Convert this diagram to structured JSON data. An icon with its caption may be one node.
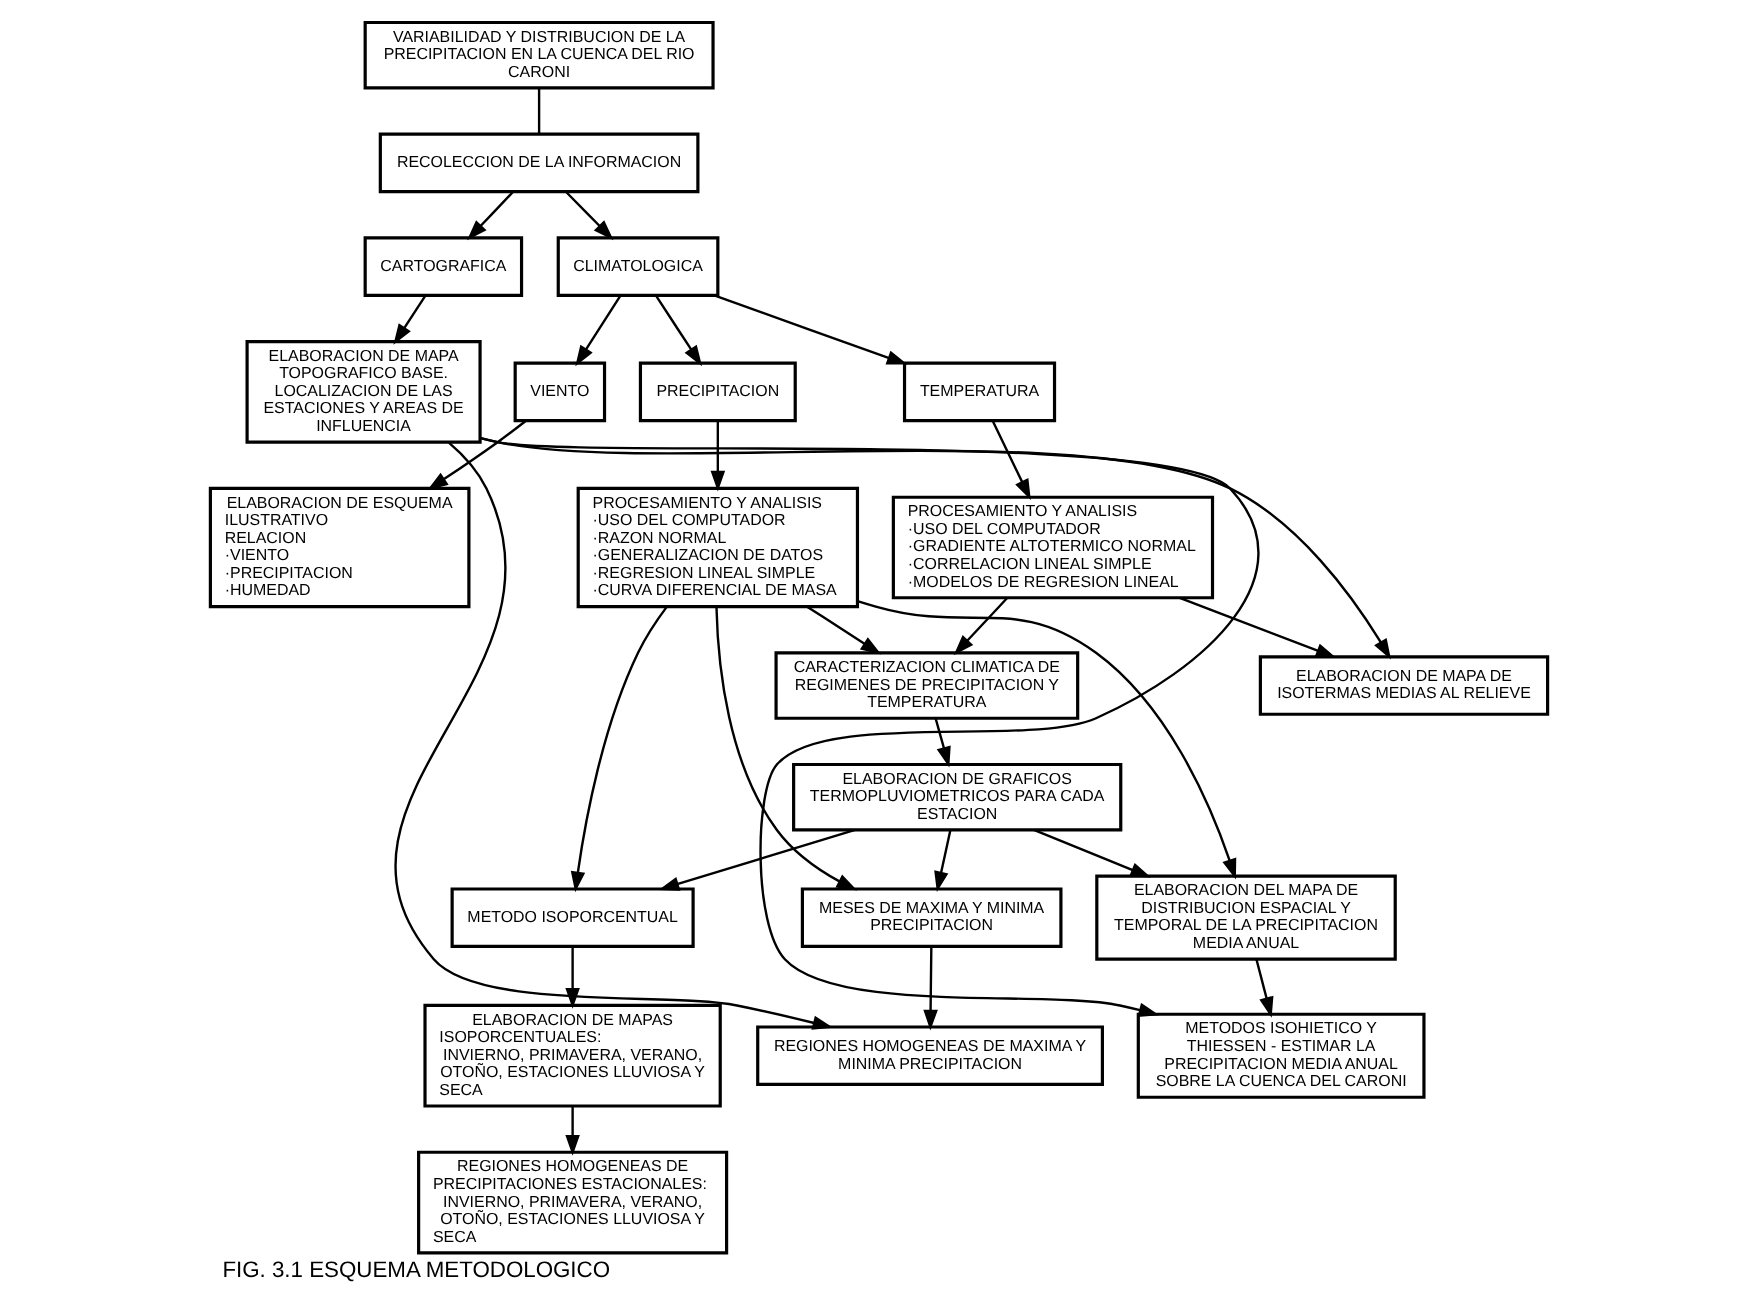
{
  "diagram": {
    "caption": "FIG. 3.1 ESQUEMA METODOLOGICO",
    "nodes": [
      {
        "text": [
          "VARIABILIDAD Y DISTRIBUCION DE LA PRECIPITACION EN LA CUENCA DEL RIO CARONI"
        ]
      },
      {
        "text": [
          "RECOLECCION DE LA INFORMACION"
        ]
      },
      {
        "text": [
          "CLIMATOLOGICA"
        ]
      },
      {
        "text": [
          "CARTOGRAFICA"
        ]
      },
      {
        "text": [
          "VIENTO"
        ]
      },
      {
        "text": [
          "TEMPERATURA"
        ]
      },
      {
        "text": [
          "PRECIPITACION"
        ]
      },
      {
        "text": [
          "ELABORACION DE ESQUEMA ILUSTRATIVO",
          "RELACION",
          "·VIENTO",
          "·PRECIPITACION",
          "·HUMEDAD"
        ]
      },
      {
        "text": [
          "PROCESAMIENTO Y ANALISIS",
          "·USO DEL COMPUTADOR",
          "·GRADIENTE ALTOTERMICO NORMAL",
          "·CORRELACION LINEAL SIMPLE",
          "·MODELOS DE REGRESION LINEAL"
        ]
      },
      {
        "text": [
          "PROCESAMIENTO Y ANALISIS",
          "·USO DEL COMPUTADOR",
          "·RAZON NORMAL",
          "·GENERALIZACION DE DATOS",
          "·REGRESION LINEAL SIMPLE",
          "·CURVA DIFERENCIAL DE MASA"
        ]
      },
      {
        "text": [
          "ELABORACION DE MAPA TOPOGRAFICO BASE. LOCALIZACION DE LAS ESTACIONES Y AREAS DE INFLUENCIA"
        ]
      },
      {
        "text": [
          "CARACTERIZACION CLIMATICA DE REGIMENES DE PRECIPITACION Y TEMPERATURA"
        ]
      },
      {
        "text": [
          "ELABORACION DE GRAFICOS TERMOPLUVIOMETRICOS PARA CADA ESTACION"
        ]
      },
      {
        "text": [
          "ELABORACION DE MAPA DE ISOTERMAS MEDIAS AL RELIEVE"
        ]
      },
      {
        "text": [
          "MESES DE MAXIMA Y MINIMA PRECIPITACION"
        ]
      },
      {
        "text": [
          "REGIONES HOMOGENEAS DE MAXIMA Y MINIMA PRECIPITACION"
        ]
      },
      {
        "text": [
          "METODO ISOPORCENTUAL"
        ]
      },
      {
        "text": [
          "ELABORACION DE MAPAS ISOPORCENTUALES:",
          "INVIERNO, PRIMAVERA, VERANO, OTOÑO, ESTACIONES LLUVIOSA Y SECA"
        ]
      },
      {
        "text": [
          "REGIONES HOMOGENEAS DE PRECIPITACIONES ESTACIONALES:",
          "INVIERNO, PRIMAVERA, VERANO, OTOÑO, ESTACIONES LLUVIOSA Y SECA"
        ]
      },
      {
        "text": [
          "ELABORACION DEL MAPA DE DISTRIBUCION ESPACIAL Y TEMPORAL DE LA PRECIPITACION MEDIA ANUAL"
        ]
      },
      {
        "text": [
          "METODOS ISOHIETICO Y THIESSEN - ESTIMAR LA PRECIPITACION MEDIA ANUAL SOBRE LA CUENCA DEL CARONI"
        ]
      }
    ],
    "edges": [
      {
        "from": 0,
        "to": 1,
        "arrow": "none"
      },
      {
        "from": 1,
        "to": 2,
        "arrow": "to"
      },
      {
        "from": 1,
        "to": 3,
        "arrow": "to"
      },
      {
        "from": 2,
        "to": 4,
        "arrow": "to"
      },
      {
        "from": 2,
        "to": 5,
        "arrow": "to"
      },
      {
        "from": 2,
        "to": 6,
        "arrow": "to"
      },
      {
        "from": 4,
        "to": 7,
        "arrow": "to"
      },
      {
        "from": 5,
        "to": 8,
        "arrow": "to"
      },
      {
        "from": 6,
        "to": 9,
        "arrow": "to"
      },
      {
        "from": 3,
        "to": 10,
        "arrow": "to"
      },
      {
        "from": 8,
        "to": 11,
        "arrow": "to"
      },
      {
        "from": 9,
        "to": 11,
        "arrow": "to"
      },
      {
        "from": 8,
        "to": 13,
        "arrow": "to"
      },
      {
        "from": 11,
        "to": 12,
        "arrow": "to"
      },
      {
        "from": 12,
        "to": 14,
        "arrow": "to"
      },
      {
        "from": 12,
        "to": 16,
        "arrow": "to"
      },
      {
        "from": 12,
        "to": 19,
        "arrow": "to"
      },
      {
        "from": 9,
        "to": 14,
        "arrow": "to"
      },
      {
        "from": 9,
        "to": 16,
        "arrow": "to"
      },
      {
        "from": 9,
        "to": 19,
        "arrow": "to"
      },
      {
        "from": 14,
        "to": 15,
        "arrow": "to"
      },
      {
        "from": 16,
        "to": 17,
        "arrow": "to"
      },
      {
        "from": 17,
        "to": 18,
        "arrow": "to"
      },
      {
        "from": 19,
        "to": 20,
        "arrow": "to"
      },
      {
        "from": 10,
        "to": 13,
        "arrow": "to"
      },
      {
        "from": 10,
        "to": 15,
        "arrow": "to"
      },
      {
        "from": 10,
        "to": 20,
        "arrow": "to"
      }
    ]
  }
}
